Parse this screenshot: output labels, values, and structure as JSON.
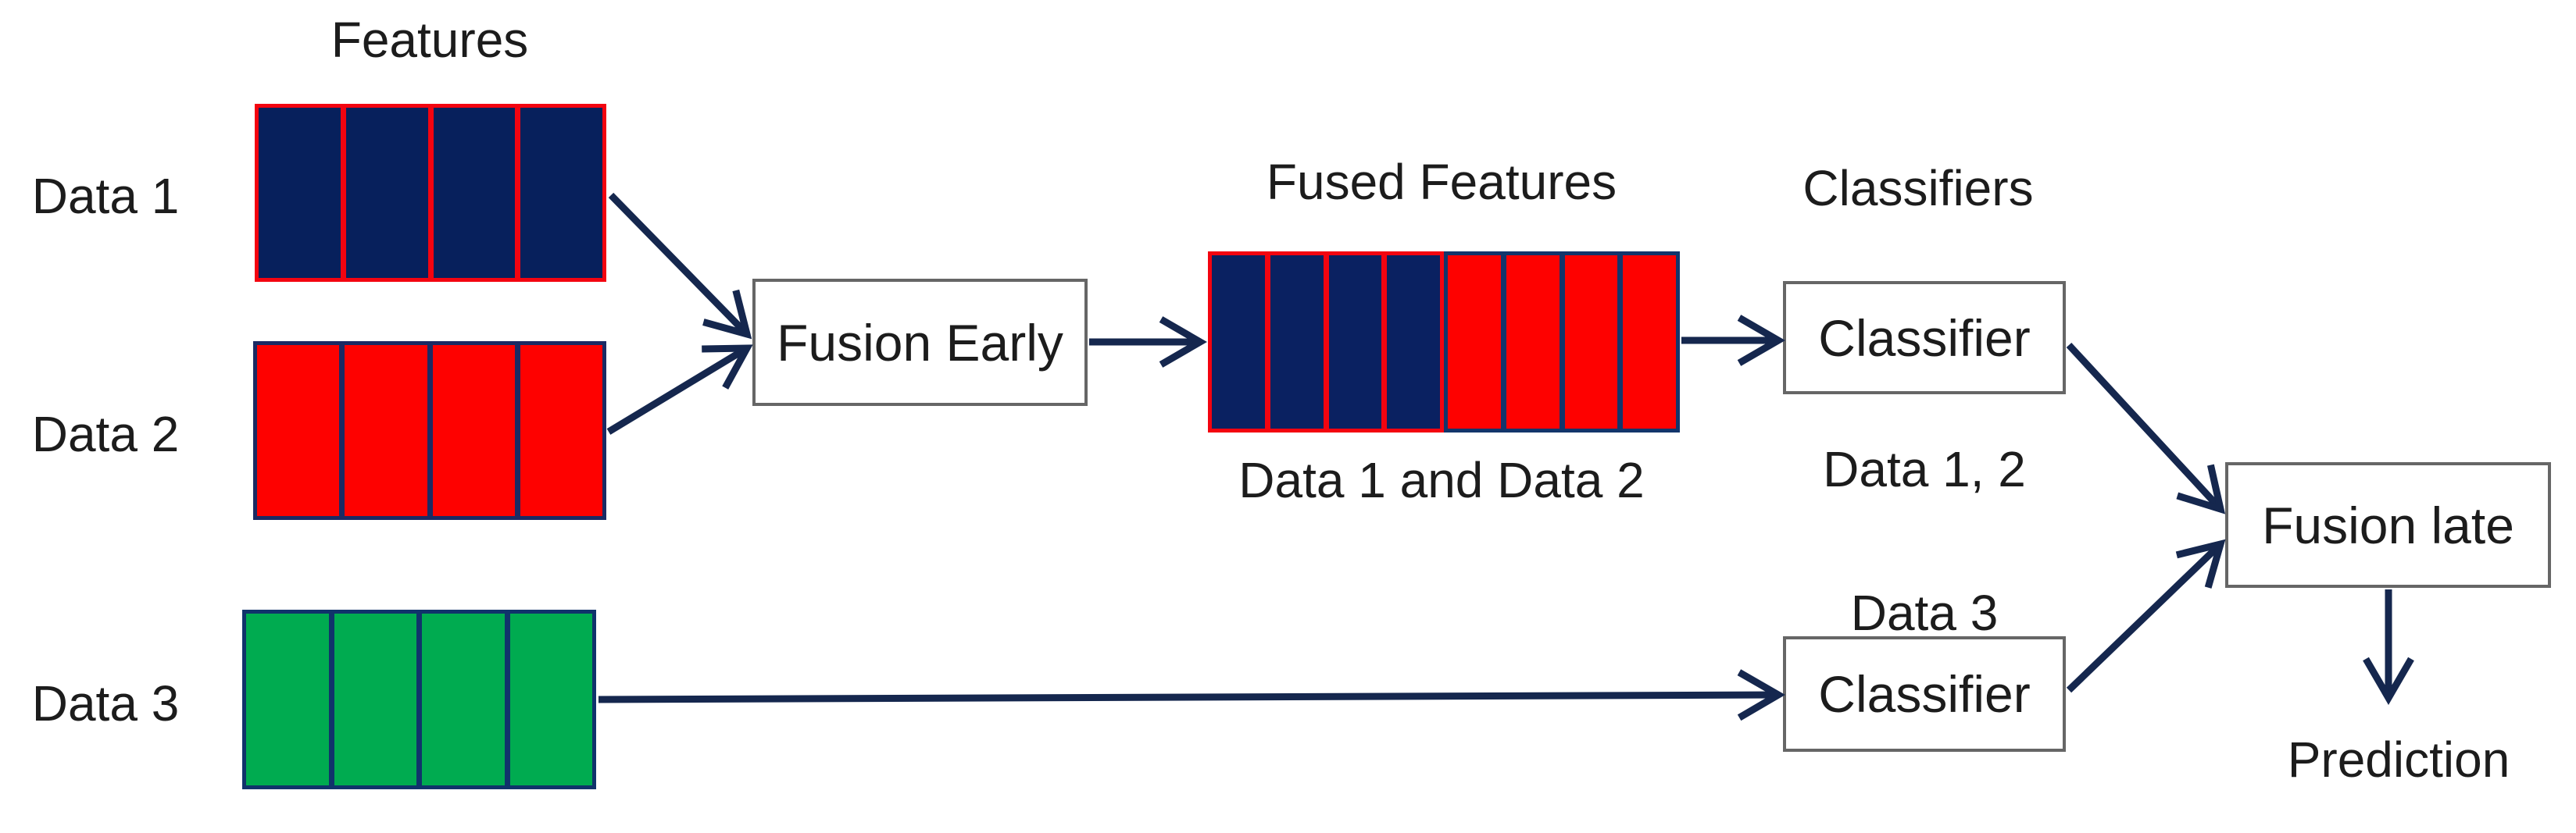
{
  "headings": {
    "features": "Features",
    "fused_features": "Fused Features",
    "classifiers": "Classifiers"
  },
  "labels": {
    "data1": "Data 1",
    "data2": "Data 2",
    "data3": "Data 3"
  },
  "boxes": {
    "fusion_early": "Fusion Early",
    "classifier_top": "Classifier",
    "classifier_bottom": "Classifier",
    "fusion_late": "Fusion late"
  },
  "captions": {
    "fused_block": "Data 1 and Data 2",
    "classifier_top": "Data 1, 2",
    "classifier_bottom": "Data 3",
    "prediction": "Prediction"
  },
  "blocks": {
    "data1": {
      "cell_count": 4,
      "fill": "#07205c",
      "divider": "#f30410"
    },
    "data2": {
      "cell_count": 4,
      "fill": "#fe0100",
      "divider": "#1b2a63"
    },
    "data3": {
      "cell_count": 4,
      "fill": "#00ab50",
      "divider": "#10336b"
    },
    "fused_left": {
      "cell_count": 4,
      "fill": "#0a2161",
      "divider": "#f30410"
    },
    "fused_right": {
      "cell_count": 4,
      "fill": "#fe0100",
      "divider": "#12356b"
    }
  },
  "colors": {
    "background": "#ffffff",
    "text": "#1c1c1c",
    "arrow": "#15274e",
    "box_border": "#666666",
    "navy": "#07205c",
    "red": "#fe0100",
    "green": "#00ab50"
  }
}
